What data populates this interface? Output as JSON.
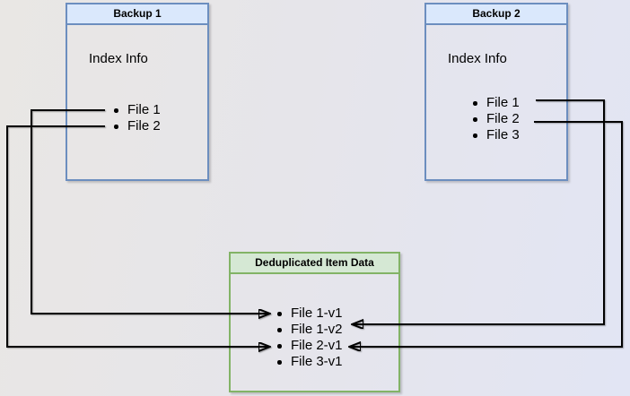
{
  "colors": {
    "blue_fill": "#dae8fc",
    "blue_border": "#6c8ebf",
    "green_fill": "#d5e8d4",
    "green_border": "#82b366",
    "arrow": "#000000"
  },
  "boxes": {
    "backup1": {
      "title": "Backup 1",
      "label": "Index Info",
      "items": [
        "File 1",
        "File 2"
      ]
    },
    "backup2": {
      "title": "Backup 2",
      "label": "Index Info",
      "items": [
        "File 1",
        "File 2",
        "File 3"
      ]
    },
    "dedup": {
      "title": "Deduplicated Item Data",
      "items": [
        "File 1-v1",
        "File 1-v2",
        "File 2-v1",
        "File 3-v1"
      ]
    }
  },
  "connections": [
    {
      "from": "Backup 1 / File 1",
      "to": "Deduplicated Item Data / File 1-v1",
      "route": "left"
    },
    {
      "from": "Backup 1 / File 2",
      "to": "Deduplicated Item Data / File 2-v1",
      "route": "left"
    },
    {
      "from": "Backup 2 / File 1",
      "to": "Deduplicated Item Data / File 1-v2",
      "route": "right"
    },
    {
      "from": "Backup 2 / File 2",
      "to": "Deduplicated Item Data / File 2-v1",
      "route": "right"
    }
  ]
}
